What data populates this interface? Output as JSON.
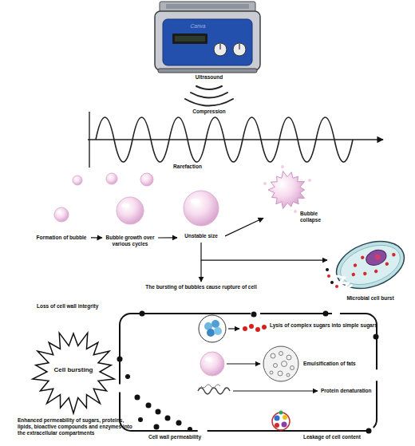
{
  "diagram": {
    "nodes": [
      {
        "text": [
          "Formation of bubble"
        ]
      },
      {
        "text": [
          "Bubble growth over various cycles"
        ]
      },
      {
        "text": [
          "Unstable size"
        ]
      },
      {
        "text": [
          "Bubble collapse"
        ]
      },
      {
        "text": [
          "Microbial cell burst"
        ]
      },
      {
        "text": [
          "Cell bursting"
        ]
      }
    ],
    "edges": [
      {
        "from": 0,
        "to": 1,
        "arrow": "to"
      },
      {
        "from": 1,
        "to": 2,
        "arrow": "to"
      },
      {
        "from": 2,
        "to": 3,
        "arrow": "to"
      },
      {
        "from": 2,
        "to": 4,
        "arrow": "to"
      }
    ],
    "labels": [
      "Canva",
      "Ultrasound",
      "Compression",
      "Rarefaction",
      "The bursting of bubbles cause rupture of cell",
      "Loss of cell wall integrity",
      "Lysis of complex sugars into simple sugars",
      "Emulsification of fats",
      "Protein denaturation",
      "Enhanced permeability of sugars, proteins, lipids, bioactive compounds and enzymes into the extracellular compartments",
      "Cell wall permeability",
      "Leakage of cell content"
    ]
  }
}
